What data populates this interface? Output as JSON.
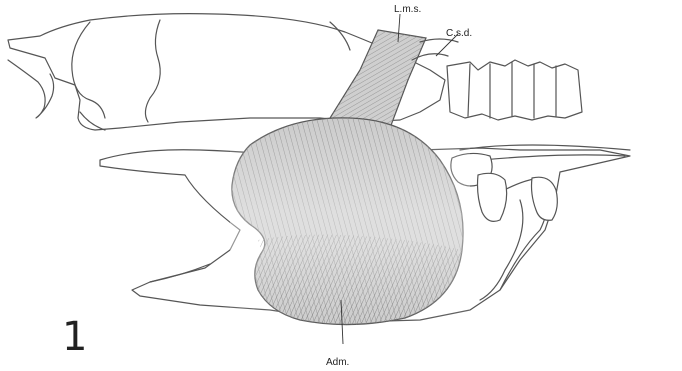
{
  "figure": {
    "number": "1",
    "labels": {
      "lms": "L.m.s.",
      "csd": "C.s.d.",
      "adm": "Adm."
    }
  },
  "colors": {
    "muscle_fill": "#c9c9c9",
    "outline": "#555555",
    "background": "#ffffff"
  }
}
